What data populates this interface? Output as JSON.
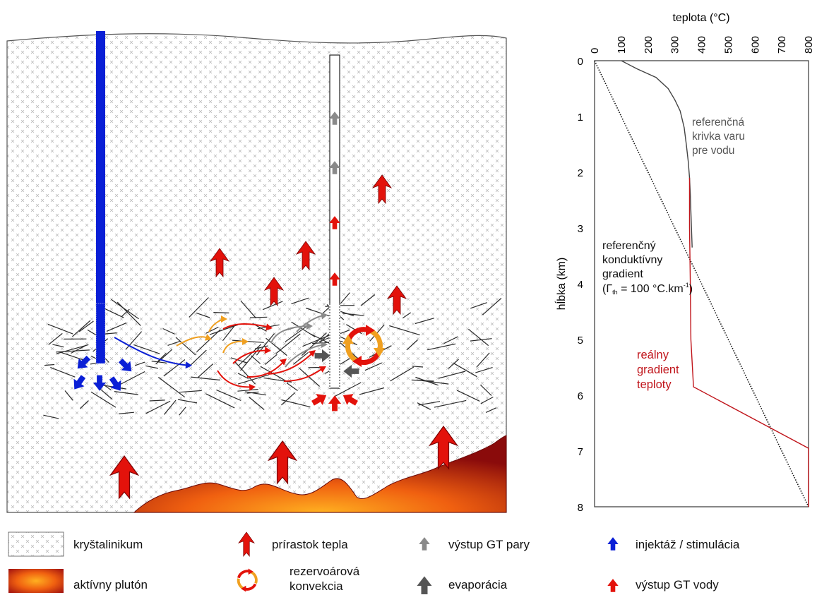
{
  "colors": {
    "injection_blue": "#0a1fd6",
    "heat_red": "#e3120b",
    "steam_gray": "#8a8a8a",
    "evaporation_gray": "#555555",
    "convection_orange": "#f0a020",
    "pluton_dark": "#8a0b0b",
    "pluton_light": "#ff8c1a",
    "real_gradient": "#c0151b",
    "boiling_curve": "#444444",
    "conductive": "#111111"
  },
  "chart_data": {
    "type": "line",
    "title": "",
    "xlabel": "teplota (°C)",
    "ylabel": "hĺbka (km)",
    "xlim": [
      0,
      800
    ],
    "ylim": [
      8,
      0
    ],
    "x_ticks": [
      "0",
      "100",
      "200",
      "300",
      "400",
      "500",
      "600",
      "700",
      "800"
    ],
    "y_ticks": [
      "0",
      "1",
      "2",
      "3",
      "4",
      "5",
      "6",
      "7",
      "8"
    ],
    "series": [
      {
        "name": "referenčná krivka varu pre vodu",
        "color": "#444444",
        "x": [
          100,
          160,
          230,
          275,
          300,
          320,
          335,
          343,
          350,
          355,
          358,
          360,
          365
        ],
        "y": [
          0,
          0.15,
          0.3,
          0.5,
          0.7,
          0.9,
          1.2,
          1.5,
          1.8,
          2.1,
          2.4,
          2.7,
          3.35
        ]
      },
      {
        "name": "referenčný konduktívny gradient",
        "color": "#111111",
        "dashed": true,
        "x": [
          0,
          800
        ],
        "y": [
          0,
          8
        ]
      },
      {
        "name": "reálny gradient teploty",
        "color": "#c0151b",
        "x": [
          355,
          355,
          358,
          360,
          370,
          800,
          800
        ],
        "y": [
          2.1,
          3.0,
          4.0,
          5.0,
          5.85,
          6.95,
          8
        ]
      }
    ]
  },
  "annotations": {
    "boiling": [
      "referenčná",
      "krivka varu",
      "pre vodu"
    ],
    "conductive": [
      "referenčný",
      "konduktívny",
      "gradient"
    ],
    "gamma_prefix": "(Γ",
    "gamma_sub": "th",
    "gamma_mid": " = 100 °C.km",
    "gamma_sup": "-1",
    "gamma_suffix": ")",
    "real": [
      "reálny",
      "gradient",
      "teploty"
    ]
  },
  "legend": {
    "kryst": "kryštalinikum",
    "pluton": "aktívny plutón",
    "heat": "prírastok tepla",
    "convection": [
      "rezervoárová",
      "konvekcia"
    ],
    "steam": "výstup GT pary",
    "evap": "evaporácia",
    "inject": "injektáž / stimulácia",
    "water": "výstup GT vody"
  }
}
